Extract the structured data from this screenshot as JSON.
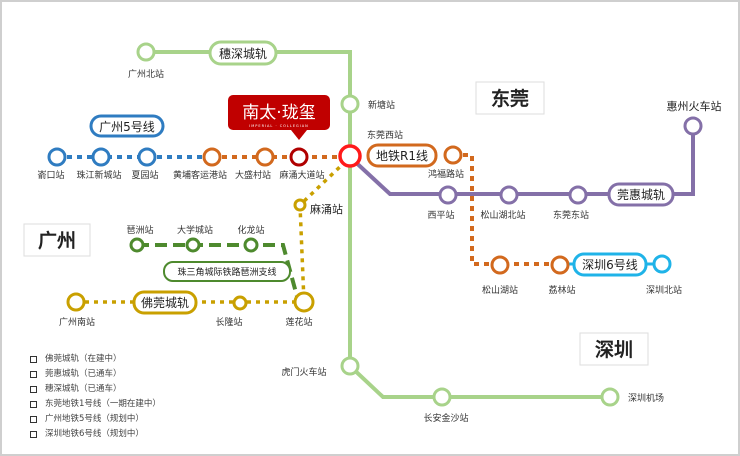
{
  "brand": {
    "name": "南太·珑玺",
    "sub": "IMPERIAL · COLLEGIAN"
  },
  "regions": {
    "guangzhou": "广州",
    "dongguan": "东莞",
    "shenzhen": "深圳"
  },
  "lines": {
    "suishen": "穗深城轨",
    "gz5": "广州5号线",
    "r1": "地铁R1线",
    "guanhui": "莞惠城轨",
    "fogan": "佛莞城轨",
    "pazhou": "珠三角城际铁路琶洲支线",
    "sz6": "深圳6号线"
  },
  "colors": {
    "suishen": "#a8d38a",
    "gz5": "#2f7cc1",
    "r1": "#d2691e",
    "guanhui": "#8470a8",
    "fogan": "#c9a000",
    "pazhou": "#4e8a2e",
    "sz6": "#1fb3e8",
    "hub": "#ff1a1a",
    "brand": "#c00000"
  },
  "stations": {
    "gzbei": "广州北站",
    "xintang": "新塘站",
    "dgxi": "东莞西站",
    "humen": "虎门火车站",
    "changan": "长安金沙站",
    "szjc": "深圳机场",
    "yankou": "嵛口站",
    "zjxc": "珠江新城站",
    "xiayuan": "夏园站",
    "hpkyg": "黄埔客运港站",
    "dsc": "大盛村站",
    "mydd": "麻涌大道站",
    "hongfu": "鸿福路站",
    "ssh": "松山湖站",
    "lilin": "荔林站",
    "szbei": "深圳北站",
    "xiping": "西平站",
    "sshbei": "松山湖北站",
    "dgdong": "东莞东站",
    "huizhou": "惠州火车站",
    "machong": "麻涌站",
    "lianhua": "莲花站",
    "gznan": "广州南站",
    "changlong": "长隆站",
    "pazhou": "琶洲站",
    "dxc": "大学城站",
    "hualong": "化龙站"
  },
  "legend": [
    "佛莞城轨（在建中）",
    "莞惠城轨（已通车）",
    "穗深城轨（已通车）",
    "东莞地铁1号线（一期在建中）",
    "广州地铁5号线（规划中）",
    "深圳地铁6号线（规划中）"
  ]
}
